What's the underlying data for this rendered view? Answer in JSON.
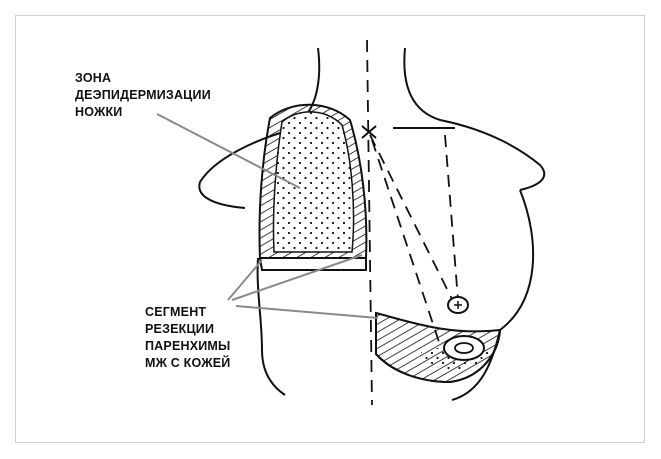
{
  "labels": {
    "deepidermization_zone": [
      "ЗОНА",
      "ДЕЭПИДЕРМИЗАЦИИ",
      "НОЖКИ"
    ],
    "resection_segment": [
      "СЕГМЕНТ",
      "РЕЗЕКЦИИ",
      "ПАРЕНХИМЫ",
      "МЖ С КОЖЕЙ"
    ]
  },
  "colors": {
    "line": "#111111",
    "pointer": "#8a8a8a",
    "frame": "#cfcfcf"
  }
}
